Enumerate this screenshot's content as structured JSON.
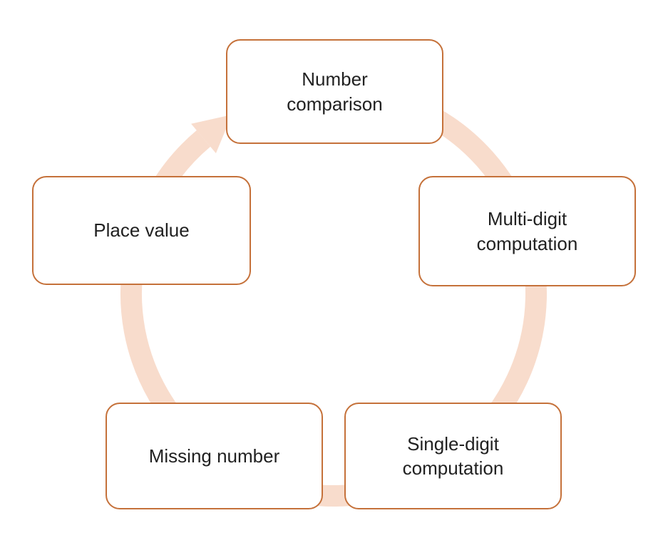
{
  "diagram": {
    "type": "cycle",
    "direction": "clockwise",
    "nodes": [
      {
        "id": "top",
        "label": "Number comparison"
      },
      {
        "id": "right",
        "label": "Multi-digit computation"
      },
      {
        "id": "bottom-right",
        "label": "Single-digit computation"
      },
      {
        "id": "bottom-left",
        "label": "Missing number"
      },
      {
        "id": "left",
        "label": "Place value"
      }
    ],
    "colors": {
      "box_border": "#c5713a",
      "box_fill": "#ffffff",
      "arrow_band": "#f8dccc",
      "text": "#212121",
      "background": "#ffffff"
    }
  }
}
